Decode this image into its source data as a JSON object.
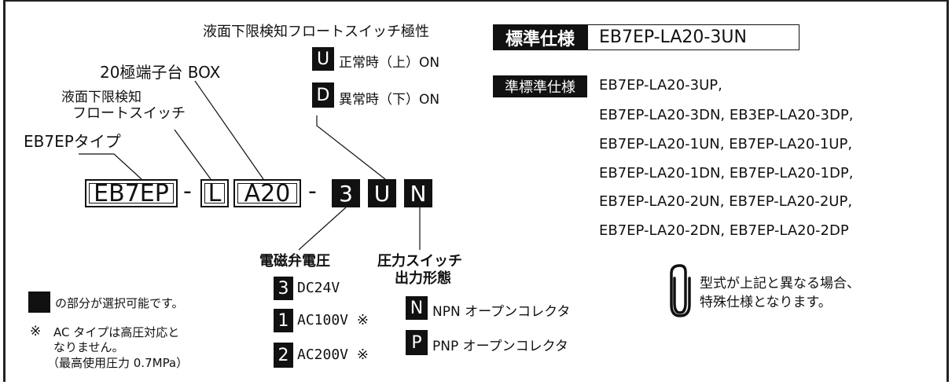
{
  "header": {
    "float_polarity_title": "液面下限検知フロートスイッチ極性",
    "terminal_box_label": "20極端子台 BOX",
    "float_switch_label_line1": "液面下限検知",
    "float_switch_label_line2": "フロートスイッチ",
    "type_label": "EB7EPタイプ"
  },
  "polarity": [
    {
      "code": "U",
      "desc": "正常時（上）ON"
    },
    {
      "code": "D",
      "desc": "異常時（下）ON"
    }
  ],
  "model_code": {
    "part1": "EB7EP",
    "sep1": "-",
    "part2": "L",
    "part3": "A20",
    "sep2": "-",
    "part4": "3",
    "part5": "U",
    "part6": "N"
  },
  "voltage": {
    "title": "電磁弁電圧",
    "options": [
      {
        "code": "3",
        "label": "DC24V"
      },
      {
        "code": "1",
        "label": "AC100V ※"
      },
      {
        "code": "2",
        "label": "AC200V ※"
      }
    ]
  },
  "output": {
    "title_line1": "圧力スイッチ",
    "title_line2": "出力形態",
    "options": [
      {
        "code": "N",
        "label": "NPN オープンコレクタ"
      },
      {
        "code": "P",
        "label": "PNP オープンコレクタ"
      }
    ]
  },
  "notes": {
    "selectable": "の部分が選択可能です。",
    "ac_mark": "※",
    "ac_line1": "AC タイプは高圧対応と",
    "ac_line2": "なりません。",
    "ac_line3": "（最高使用圧力 0.7MPa）"
  },
  "standard": {
    "label": "標準仕様",
    "value": "EB7EP-LA20-3UN"
  },
  "quasi_standard": {
    "label": "準標準仕様",
    "lines": [
      "EB7EP-LA20-3UP,",
      "EB7EP-LA20-3DN, EB3EP-LA20-3DP,",
      "EB7EP-LA20-1UN, EB7EP-LA20-1UP,",
      "EB7EP-LA20-1DN, EB7EP-LA20-1DP,",
      "EB7EP-LA20-2UN, EB7EP-LA20-2UP,",
      "EB7EP-LA20-2DN, EB7EP-LA20-2DP"
    ]
  },
  "special_note": {
    "icon": "paperclip-icon",
    "line1": "型式が上記と異なる場合、",
    "line2": "特殊仕様となります。"
  }
}
